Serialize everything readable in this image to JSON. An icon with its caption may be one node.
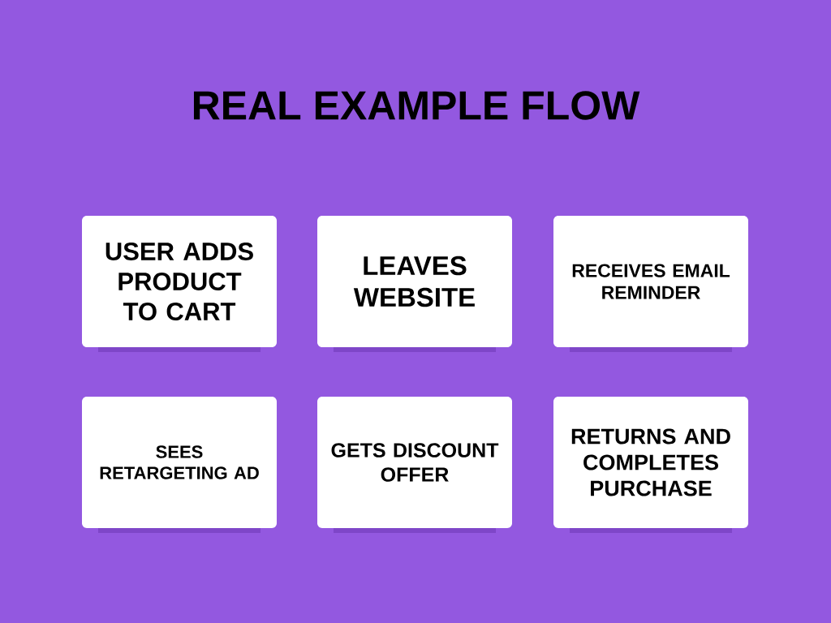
{
  "diagram": {
    "title": "REAL EXAMPLE FLOW",
    "nodes": [
      {
        "text": [
          "USER ADDS PRODUCT TO CART"
        ]
      },
      {
        "text": [
          "LEAVES WEBSITE"
        ]
      },
      {
        "text": [
          "RECEIVES EMAIL REMINDER"
        ]
      },
      {
        "text": [
          "SEES RETARGETING AD"
        ]
      },
      {
        "text": [
          "GETS DISCOUNT OFFER"
        ]
      },
      {
        "text": [
          "RETURNS AND COMPLETES PURCHASE"
        ]
      }
    ]
  }
}
